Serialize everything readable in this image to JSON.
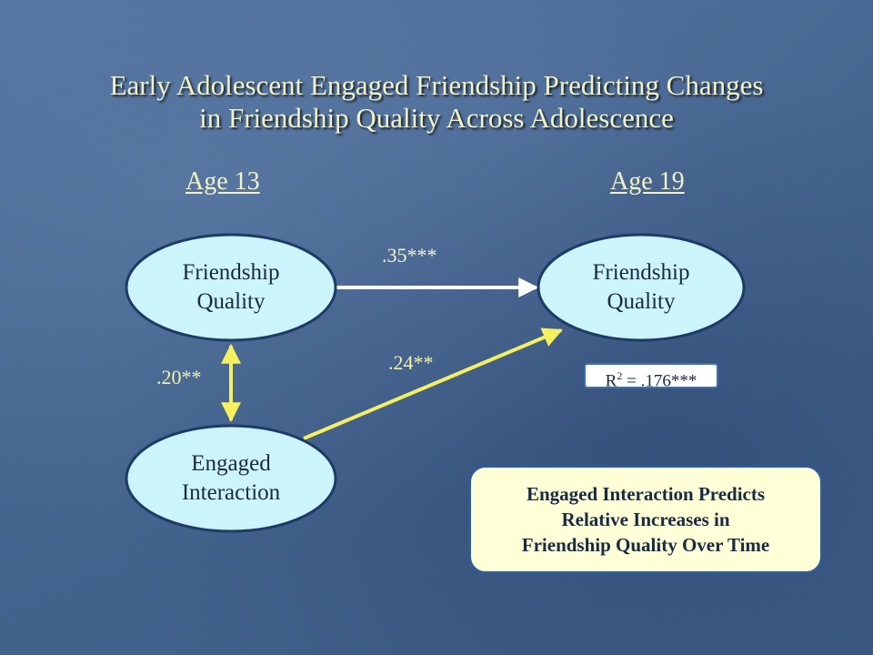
{
  "title": {
    "line1": "Early Adolescent Engaged Friendship Predicting Changes",
    "line2": "in Friendship Quality Across Adolescence"
  },
  "ages": {
    "left": "Age 13",
    "right": "Age 19"
  },
  "nodes": {
    "fq13": {
      "line1": "Friendship",
      "line2": "Quality"
    },
    "fq19": {
      "line1": "Friendship",
      "line2": "Quality"
    },
    "ei13": {
      "line1": "Engaged",
      "line2": "Interaction"
    }
  },
  "paths": {
    "stability": ".35***",
    "cross_lag": ".24**",
    "correlation": ".20**"
  },
  "r_squared": {
    "label": "R",
    "superscript": "2",
    "value": " = .176***"
  },
  "callout": {
    "line1": "Engaged Interaction Predicts",
    "line2": "Relative Increases in",
    "line3": "Friendship Quality Over Time"
  },
  "colors": {
    "title_text": "#f2f2c8",
    "node_fill": "#ccf4fb",
    "node_border": "#1e3a66",
    "stability_arrow": "#ffffff",
    "cross_lag_arrow": "#f4f060",
    "callout_fill": "#ffffd8"
  }
}
